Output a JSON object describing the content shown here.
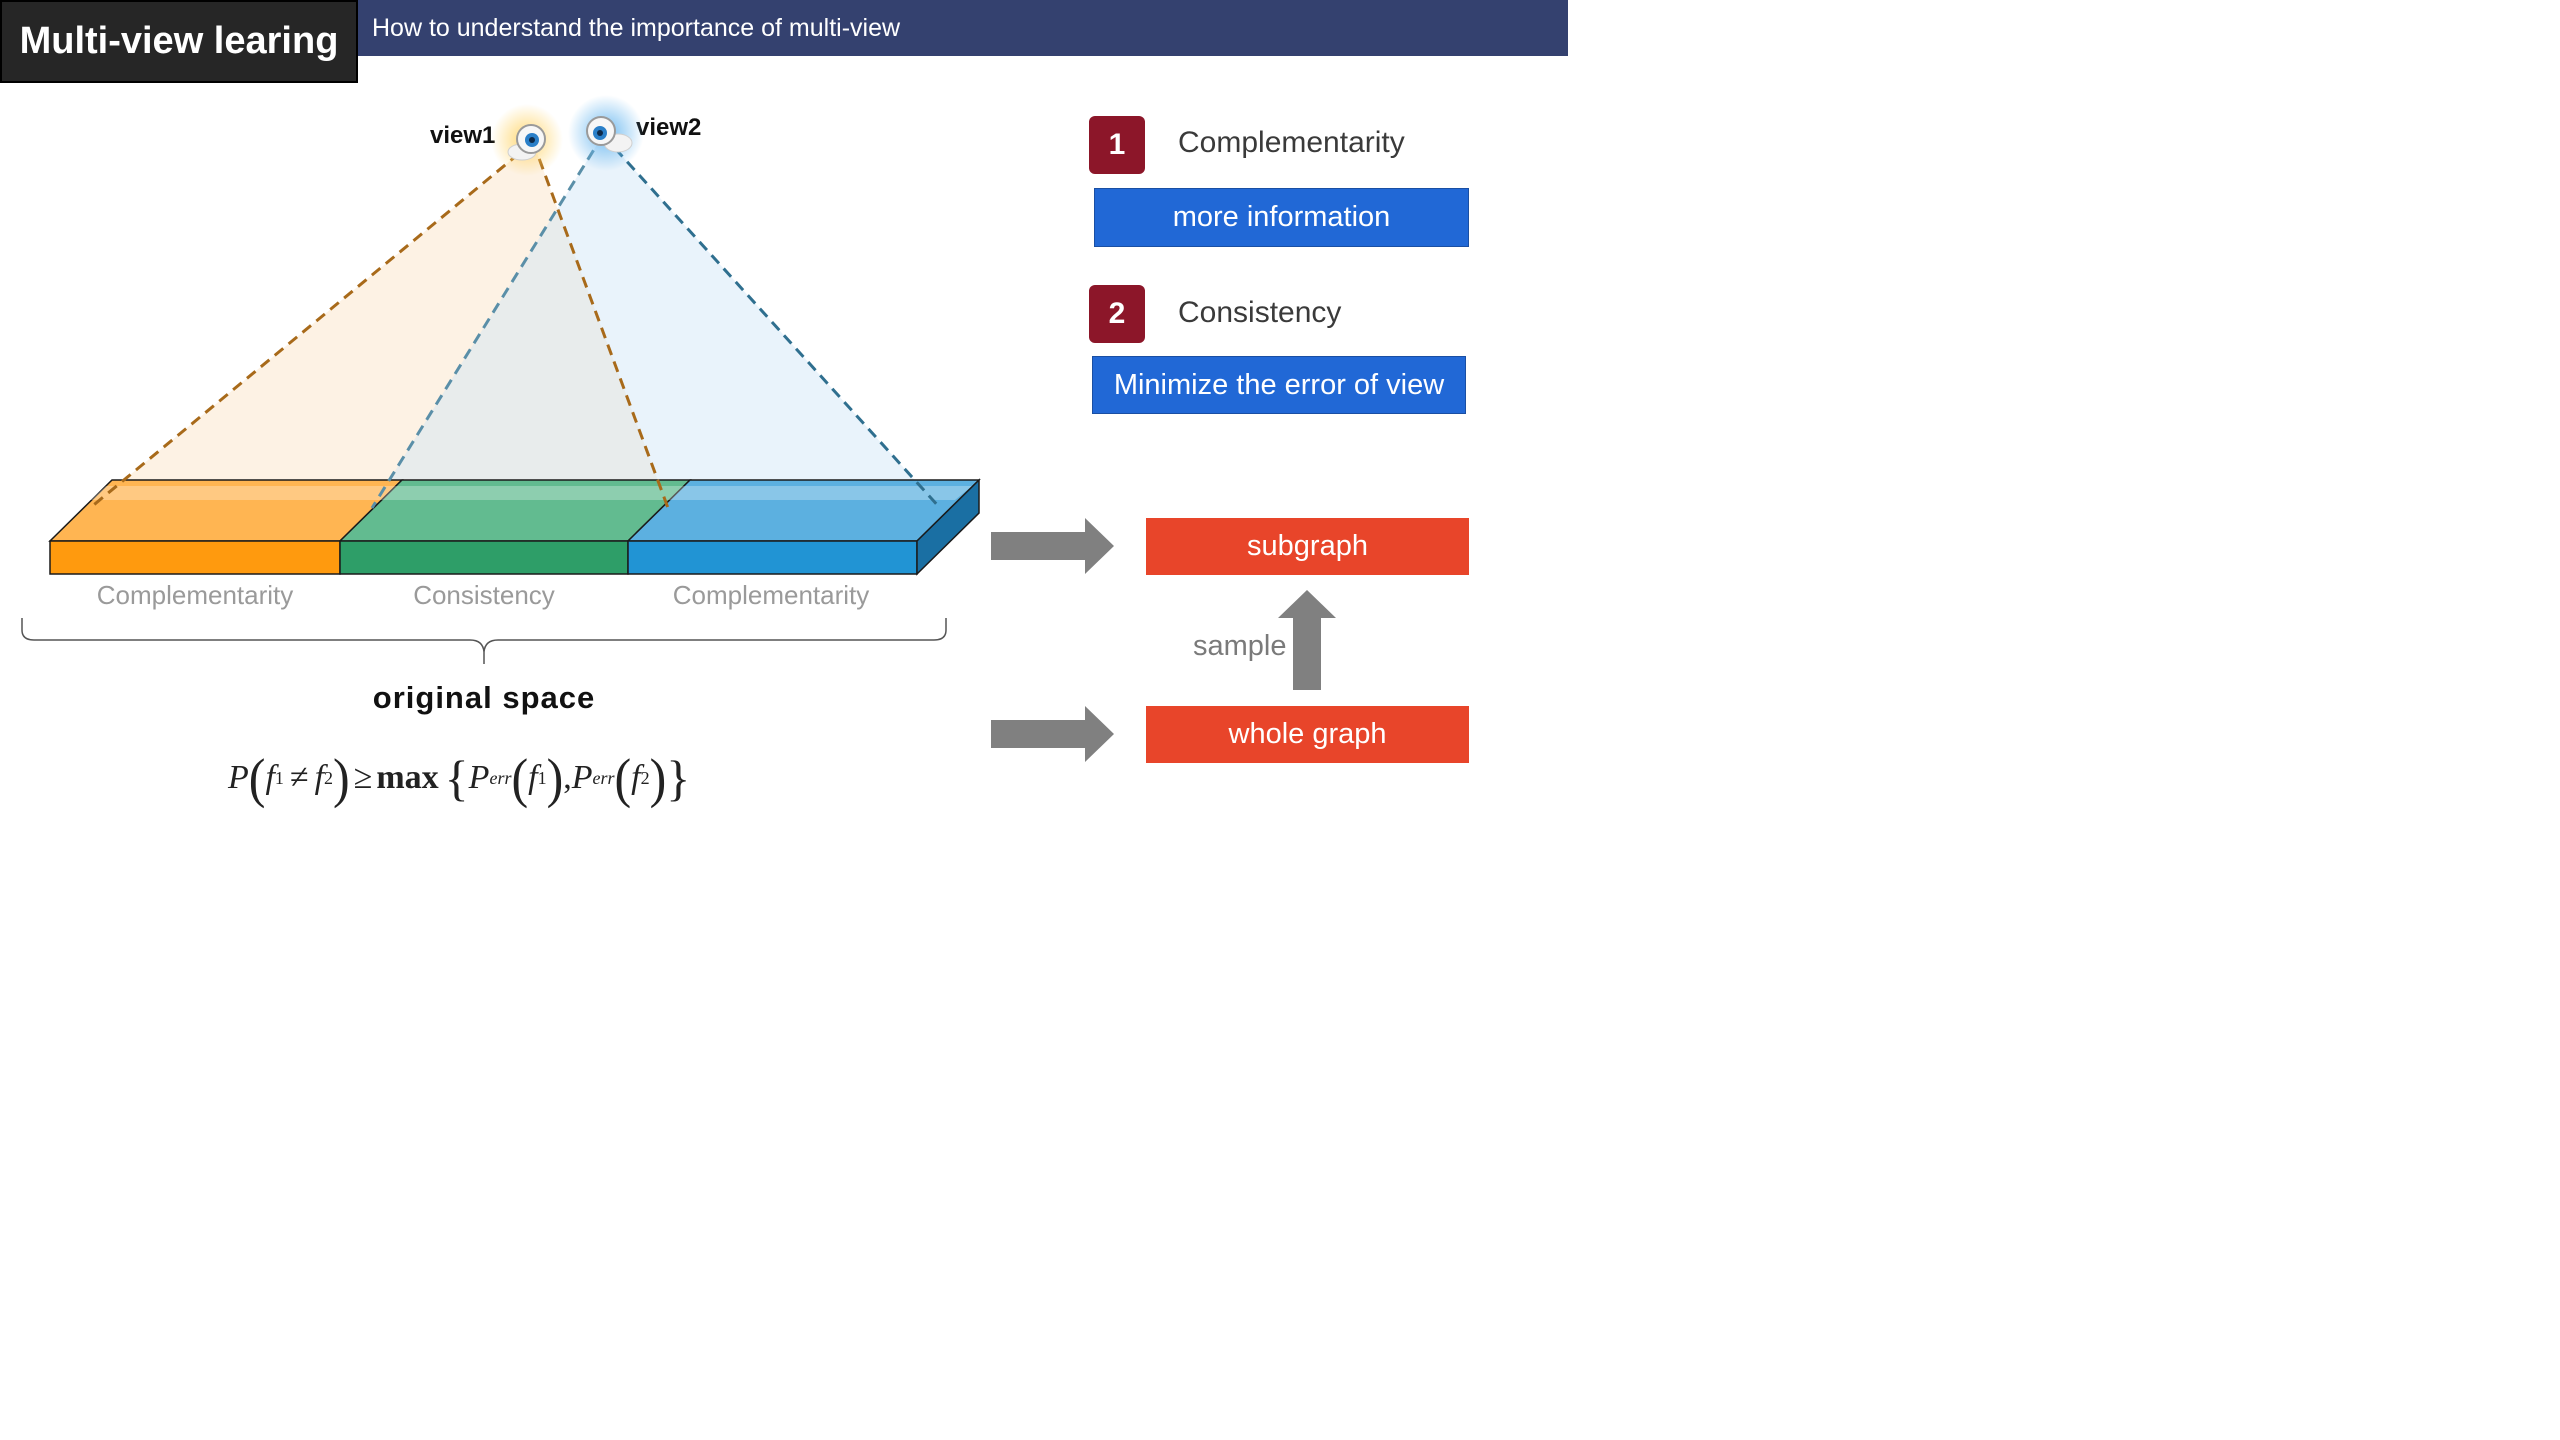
{
  "header": {
    "title": "Multi-view learing",
    "subtitle": "How to understand the importance of multi-view"
  },
  "views": {
    "view1_label": "view1",
    "view2_label": "view2"
  },
  "bar_segments": [
    {
      "label": "Complementarity",
      "color": "#ff9a0e"
    },
    {
      "label": "Consistency",
      "color": "#2e9e68"
    },
    {
      "label": "Complementarity",
      "color": "#2194d4"
    }
  ],
  "original_space_label": "original space",
  "formula": {
    "lhs_P": "P",
    "f": "f",
    "sub1": "1",
    "sub2": "2",
    "neq": "≠",
    "geq": "≥",
    "max": "max",
    "perr_P": "P",
    "err": "err",
    "sup1": "1",
    "sup2": "2"
  },
  "properties": [
    {
      "number": "1",
      "name": "Complementarity",
      "meaning": "more information"
    },
    {
      "number": "2",
      "name": "Consistency",
      "meaning": "Minimize the error of view"
    }
  ],
  "graph": {
    "subgraph_label": "subgraph",
    "whole_graph_label": "whole graph",
    "sample_label": "sample"
  },
  "colors": {
    "header_bar": "#34416f",
    "title_box": "#262626",
    "badge": "#8c1629",
    "blue_box": "#2168d6",
    "red_box": "#e8452a",
    "arrow": "#808080",
    "view1_line": "#a86a1a",
    "view2_line": "#2f6f8f"
  },
  "icons": [
    "eye-camera-icon",
    "eye-camera-icon",
    "right-arrow-icon",
    "right-arrow-icon",
    "up-arrow-icon",
    "curly-brace-icon"
  ]
}
